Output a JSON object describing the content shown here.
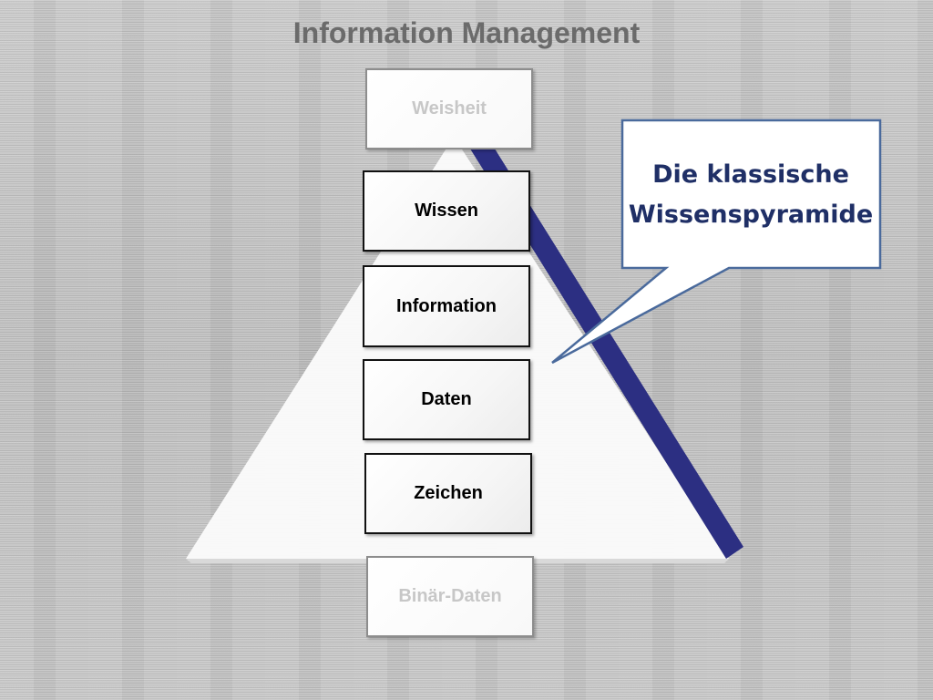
{
  "title": "Information Management",
  "pyramid": {
    "levels": [
      {
        "label": "Weisheit",
        "emphasis": "faded"
      },
      {
        "label": "Wissen",
        "emphasis": "normal"
      },
      {
        "label": "Information",
        "emphasis": "normal"
      },
      {
        "label": "Daten",
        "emphasis": "normal"
      },
      {
        "label": "Zeichen",
        "emphasis": "normal"
      },
      {
        "label": "Binär-Daten",
        "emphasis": "faded"
      }
    ]
  },
  "callout": {
    "line1": "Die klassische",
    "line2": "Wissenspyramide"
  },
  "colors": {
    "title": "#6b6b6b",
    "diagonal_stripe": "#2c2f82",
    "callout_text": "#1f2f66",
    "callout_border": "#4a6a9c",
    "faded_label": "#c7c7c7"
  }
}
